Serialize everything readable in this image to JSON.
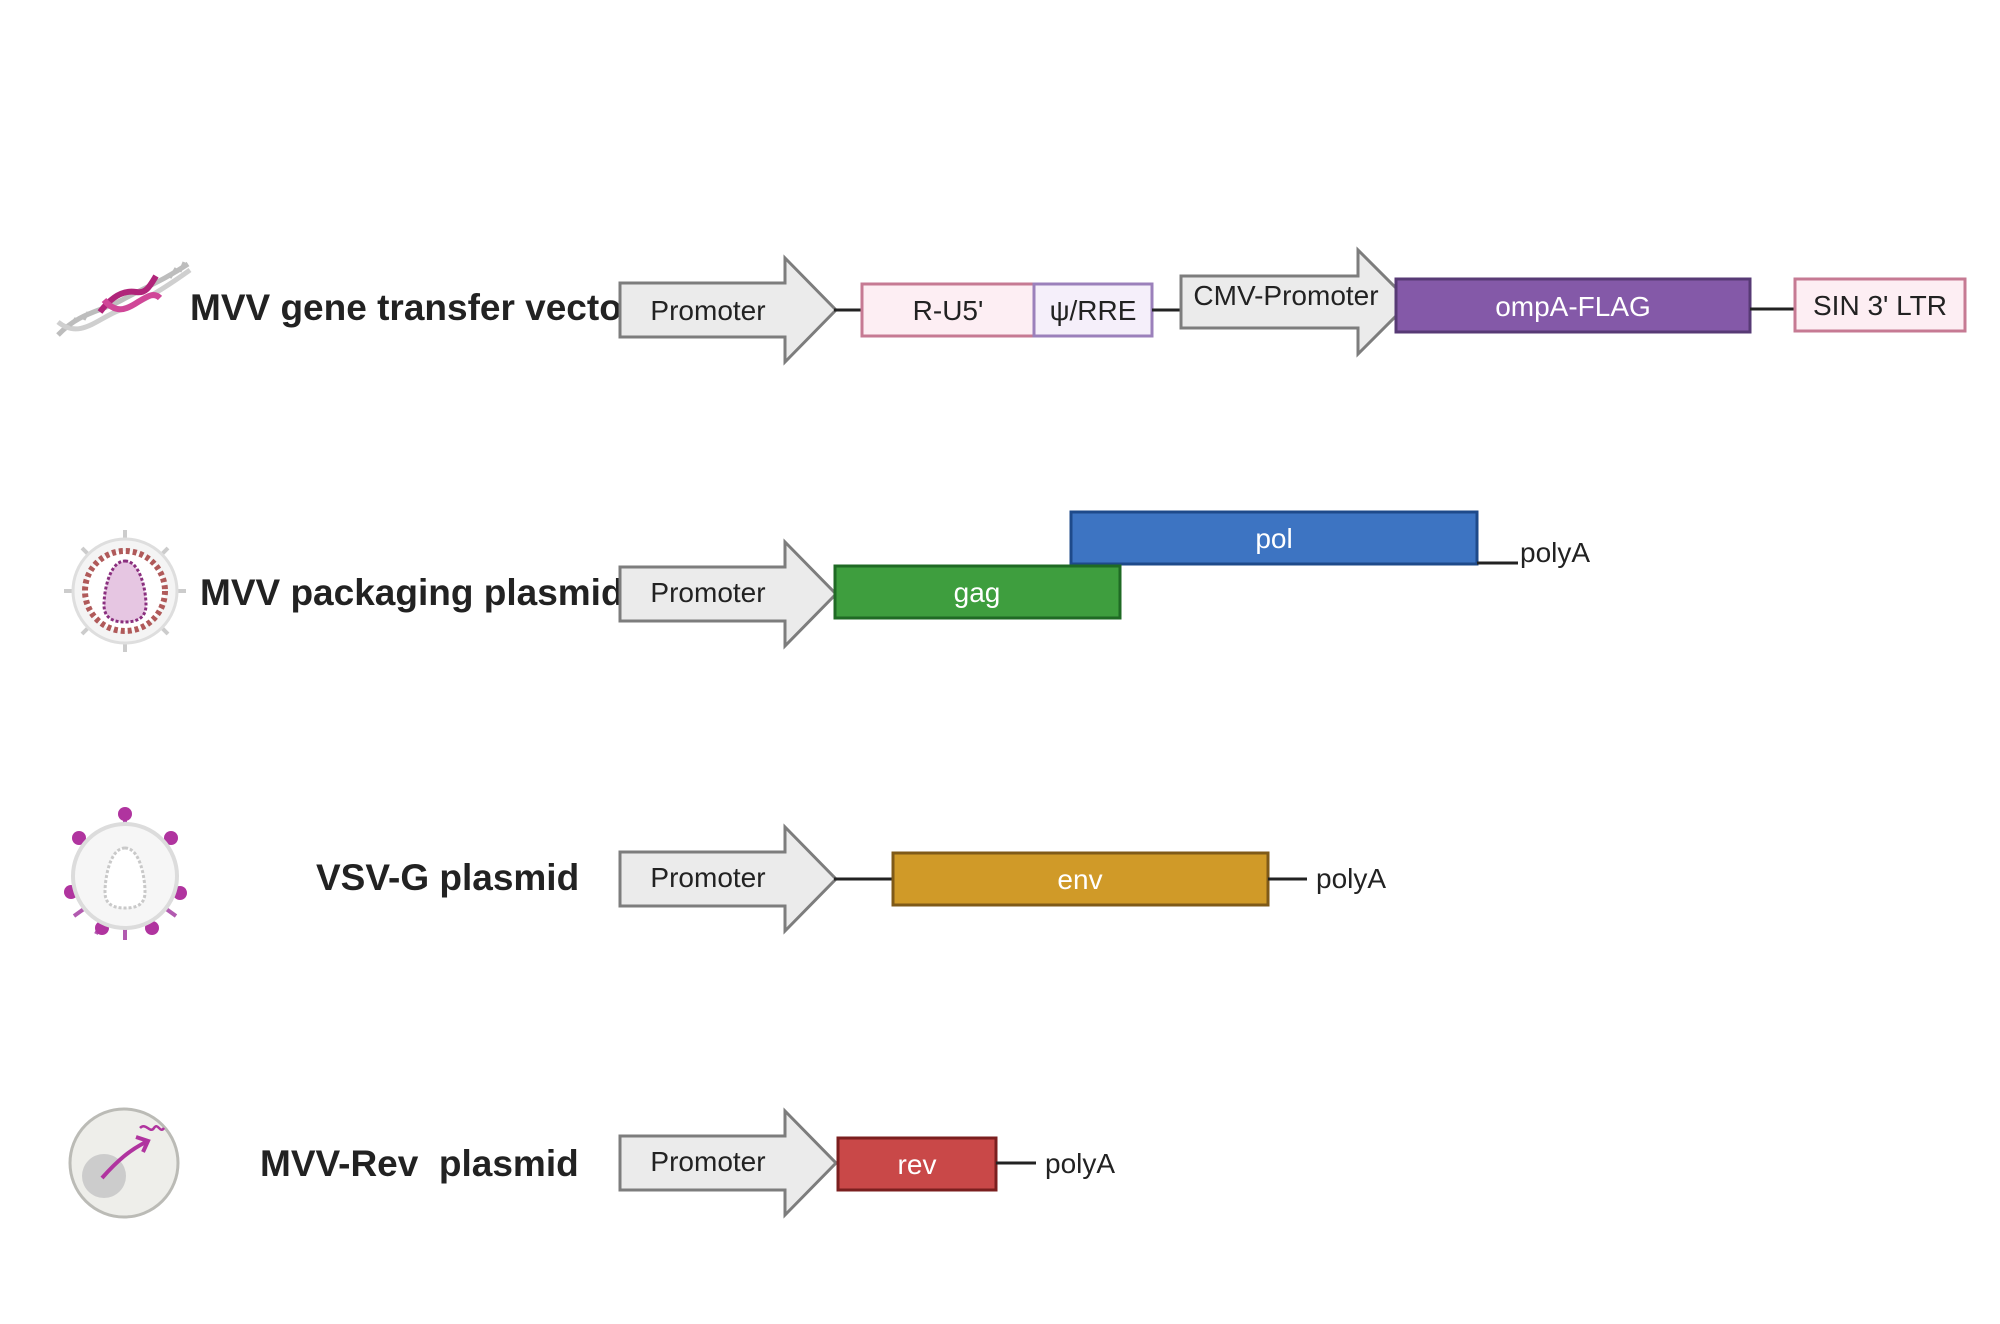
{
  "rows": {
    "transfer": {
      "title": "MVV gene transfer vector",
      "promoter": "Promoter",
      "ru5": "R-U5'",
      "psi_rre": "ψ/RRE",
      "cmv": "CMV-Promoter",
      "ompa": "ompA-FLAG",
      "ltr": "SIN 3' LTR"
    },
    "packaging": {
      "title": "MVV packaging plasmid",
      "promoter": "Promoter",
      "pol": "pol",
      "gag": "gag",
      "polya": "polyA"
    },
    "vsvg": {
      "title": "VSV-G plasmid",
      "promoter": "Promoter",
      "env": "env",
      "polya": "polyA"
    },
    "rev": {
      "title": "MVV-Rev  plasmid",
      "promoter": "Promoter",
      "rev": "rev",
      "polya": "polyA"
    }
  },
  "colors": {
    "ompa": "#8459a8",
    "pol": "#3d74c2",
    "gag": "#3e9e3e",
    "env": "#d09a28",
    "rev": "#c94848",
    "ru5_fill": "#fdeef3",
    "ru5_stroke": "#c67a93",
    "psi_fill": "#f5effa",
    "psi_stroke": "#9b80bb",
    "ltr_fill": "#fdeef3",
    "ltr_stroke": "#c67a93",
    "promoter_fill": "#ebebeb",
    "promoter_stroke": "#7d7d7d"
  },
  "icons": {
    "transfer": "dna-helix-icon",
    "packaging": "virus-capsid-icon",
    "vsvg": "enveloped-virus-icon",
    "rev": "cell-nucleus-icon"
  }
}
